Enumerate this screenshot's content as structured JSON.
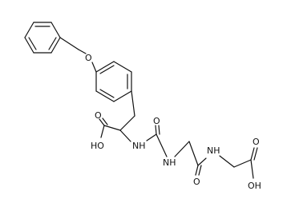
{
  "structure": {
    "atom_labels": {
      "ether_oxygen": "O",
      "acid1_carbonyl_o": "O",
      "acid1_hydroxyl": "HO",
      "urea_nh_left": "NH",
      "urea_carbonyl_o": "O",
      "urea_nh_right": "NH",
      "amide_nh": "NH",
      "amide_carbonyl_o": "O",
      "acid2_carbonyl_o": "O",
      "acid2_hydroxyl": "OH"
    }
  }
}
